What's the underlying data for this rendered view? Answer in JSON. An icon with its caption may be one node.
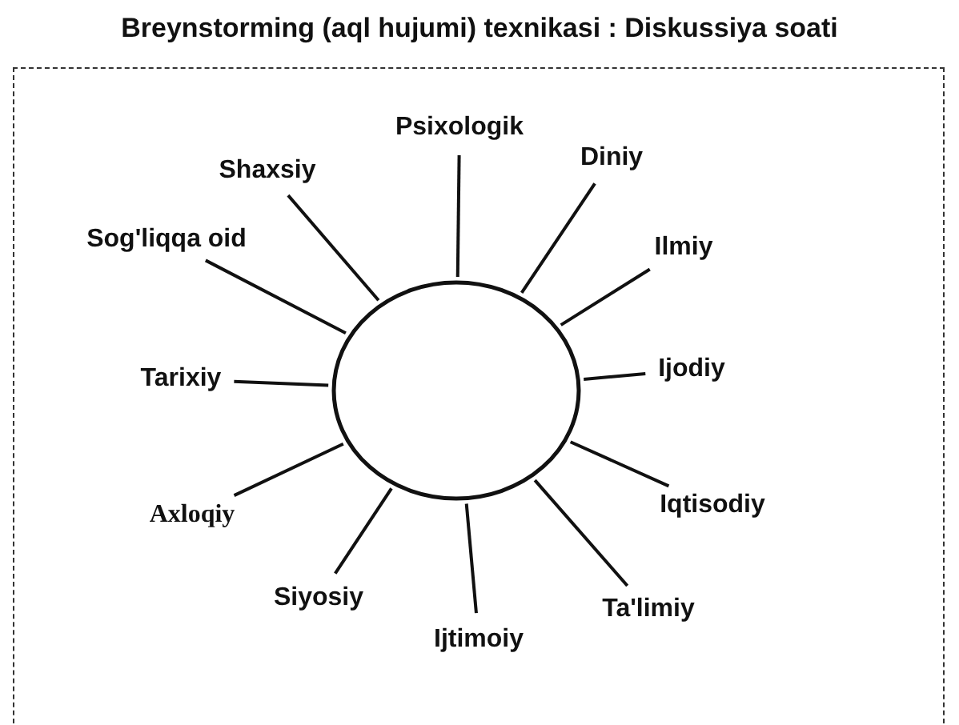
{
  "diagram": {
    "title": "Breynstorming (aql hujumi) texnikasi : Diskussiya soati",
    "nodes": [
      {
        "text": [
          "Psixologik"
        ]
      },
      {
        "text": [
          "Shaxsiy"
        ]
      },
      {
        "text": [
          "Diniy"
        ]
      },
      {
        "text": [
          "Sog'liqqa oid"
        ]
      },
      {
        "text": [
          "Ilmiy"
        ]
      },
      {
        "text": [
          "Tarixiy"
        ]
      },
      {
        "text": [],
        "shape": "circle"
      },
      {
        "text": [
          "Ijodiy"
        ]
      },
      {
        "text": [
          "Axloqiy"
        ]
      },
      {
        "text": [
          "Iqtisodiy"
        ]
      },
      {
        "text": [
          "Siyosiy"
        ]
      },
      {
        "text": [
          "Ta'limiy"
        ]
      },
      {
        "text": [
          "Ijtimoiy"
        ]
      }
    ],
    "edges": [
      {
        "from": 6,
        "to": 0,
        "arrow": "none"
      },
      {
        "from": 6,
        "to": 1,
        "arrow": "none"
      },
      {
        "from": 6,
        "to": 2,
        "arrow": "none"
      },
      {
        "from": 6,
        "to": 3,
        "arrow": "none"
      },
      {
        "from": 6,
        "to": 4,
        "arrow": "none"
      },
      {
        "from": 6,
        "to": 5,
        "arrow": "none"
      },
      {
        "from": 6,
        "to": 7,
        "arrow": "none"
      },
      {
        "from": 6,
        "to": 8,
        "arrow": "none"
      },
      {
        "from": 6,
        "to": 9,
        "arrow": "none"
      },
      {
        "from": 6,
        "to": 10,
        "arrow": "none"
      },
      {
        "from": 6,
        "to": 11,
        "arrow": "none"
      },
      {
        "from": 6,
        "to": 12,
        "arrow": "none"
      }
    ]
  }
}
